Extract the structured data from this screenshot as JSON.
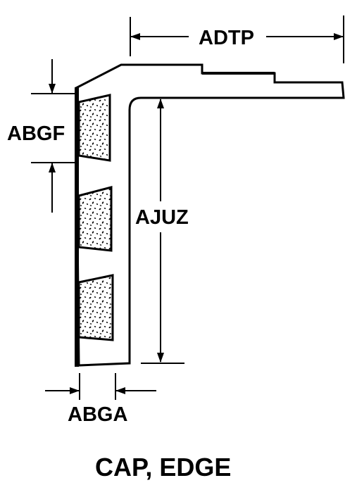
{
  "dimensions": {
    "top_width": "ADTP",
    "cavity_height": "ABGF",
    "inner_depth": "AJUZ",
    "wall_thickness": "ABGA"
  },
  "caption": "CAP, EDGE",
  "colors": {
    "ink": "#000000",
    "paper": "#ffffff"
  }
}
